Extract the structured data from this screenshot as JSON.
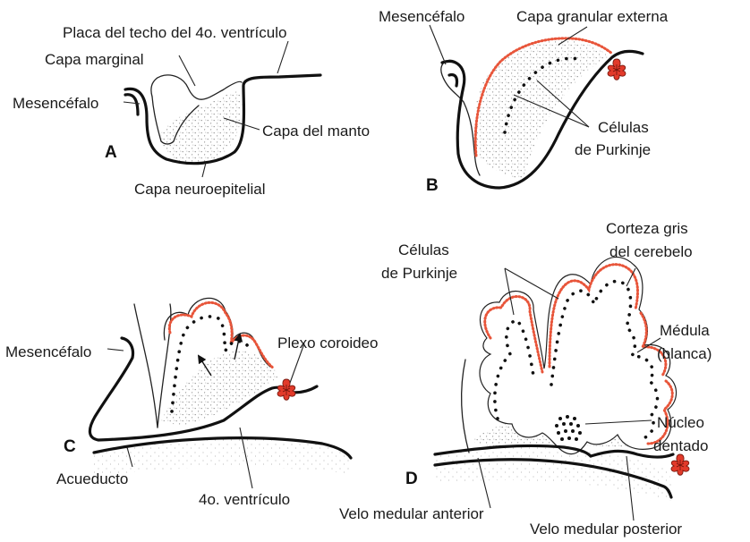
{
  "panels": {
    "a": {
      "letter": "A",
      "labels": {
        "roof_plate": "Placa del techo del 4o. ventrículo",
        "marginal_layer": "Capa marginal",
        "mesencephalon": "Mesencéfalo",
        "mantle_layer": "Capa del manto",
        "neuroepithelial_layer": "Capa neuroepitelial"
      }
    },
    "b": {
      "letter": "B",
      "labels": {
        "mesencephalon": "Mesencéfalo",
        "external_granular_layer": "Capa granular externa",
        "purkinje_cells_line1": "Células",
        "purkinje_cells_line2": "de Purkinje"
      }
    },
    "c": {
      "letter": "C",
      "labels": {
        "mesencephalon": "Mesencéfalo",
        "choroid_plexus": "Plexo coroideo",
        "aqueduct": "Acueducto",
        "fourth_ventricle": "4o. ventrículo"
      }
    },
    "d": {
      "letter": "D",
      "labels": {
        "purkinje_cells_line1": "Células",
        "purkinje_cells_line2": "de Purkinje",
        "gray_cortex_line1": "Corteza gris",
        "gray_cortex_line2": "del cerebelo",
        "medulla_line1": "Médula",
        "medulla_line2": "(blanca)",
        "dentate_nucleus_line1": "Núcleo",
        "dentate_nucleus_line2": "dentado",
        "anterior_velum": "Velo medular anterior",
        "posterior_velum": "Velo medular posterior"
      }
    }
  },
  "colors": {
    "outline": "#111111",
    "granular_layer": "#e8553a",
    "stipple": "#9a9a9a",
    "plexus": "#e23a2a"
  }
}
